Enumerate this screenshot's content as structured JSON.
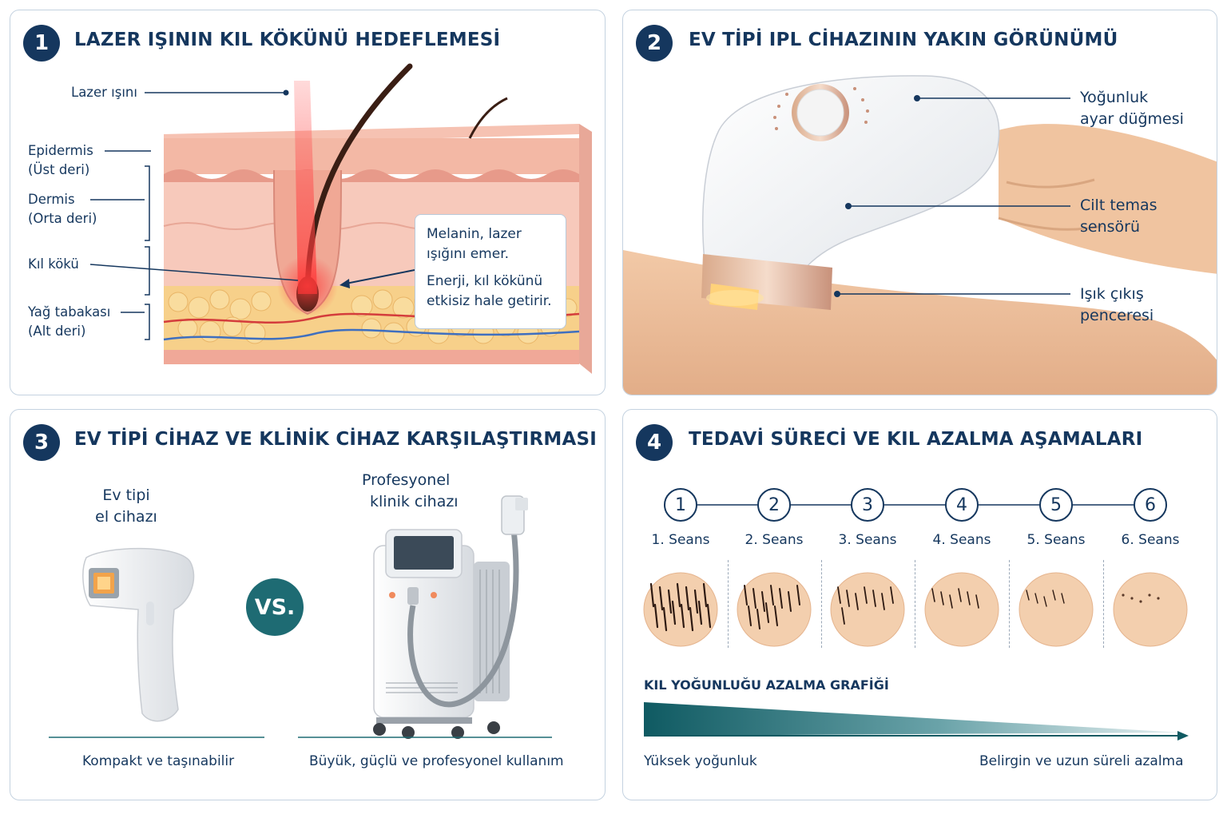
{
  "panel1": {
    "number": "1",
    "title": "LAZER IŞININ KIL KÖKÜNÜ HEDEFLEMESİ",
    "laser_label": "Lazer ışını",
    "epidermis": "Epidermis",
    "epidermis_sub": "(Üst deri)",
    "dermis": "Dermis",
    "dermis_sub": "(Orta deri)",
    "root": "Kıl kökü",
    "fat": "Yağ tabakası",
    "fat_sub": "(Alt deri)",
    "callout_1": "Melanin, lazer ışığını emer.",
    "callout_2": "Enerji, kıl kökünü etkisiz hale getirir."
  },
  "panel2": {
    "number": "2",
    "title": "EV TİPİ IPL CİHAZININ YAKIN GÖRÜNÜMÜ",
    "intensity_line1": "Yoğunluk",
    "intensity_line2": "ayar düğmesi",
    "sensor_line1": "Cilt temas",
    "sensor_line2": "sensörü",
    "window_line1": "Işık çıkış",
    "window_line2": "penceresi"
  },
  "panel3": {
    "number": "3",
    "title": "EV TİPİ CİHAZ VE KLİNİK CİHAZ KARŞILAŞTIRMASI",
    "home_line1": "Ev tipi",
    "home_line2": "el cihazı",
    "clinic_line1": "Profesyonel",
    "clinic_line2": "klinik cihazı",
    "vs": "VS.",
    "home_caption": "Kompakt ve taşınabilir",
    "clinic_caption": "Büyük, güçlü ve profesyonel kullanım"
  },
  "panel4": {
    "number": "4",
    "title": "TEDAVİ SÜRECİ VE KIL AZALMA AŞAMALARI",
    "sessions": [
      {
        "num": "1",
        "label": "1. Seans",
        "hair_density": 1.0
      },
      {
        "num": "2",
        "label": "2. Seans",
        "hair_density": 0.8
      },
      {
        "num": "3",
        "label": "3. Seans",
        "hair_density": 0.6
      },
      {
        "num": "4",
        "label": "4. Seans",
        "hair_density": 0.4
      },
      {
        "num": "5",
        "label": "5. Seans",
        "hair_density": 0.2
      },
      {
        "num": "6",
        "label": "6. Seans",
        "hair_density": 0.05
      }
    ],
    "graph_title": "KIL YOĞUNLUĞU AZALMA GRAFİĞİ",
    "graph_start": "Yüksek yoğunluk",
    "graph_end": "Belirgin ve uzun süreli azalma"
  },
  "colors": {
    "navy": "#15375e",
    "teal": "#1e6b73",
    "skin": "#f2b5a4",
    "fat": "#f7d08a"
  }
}
